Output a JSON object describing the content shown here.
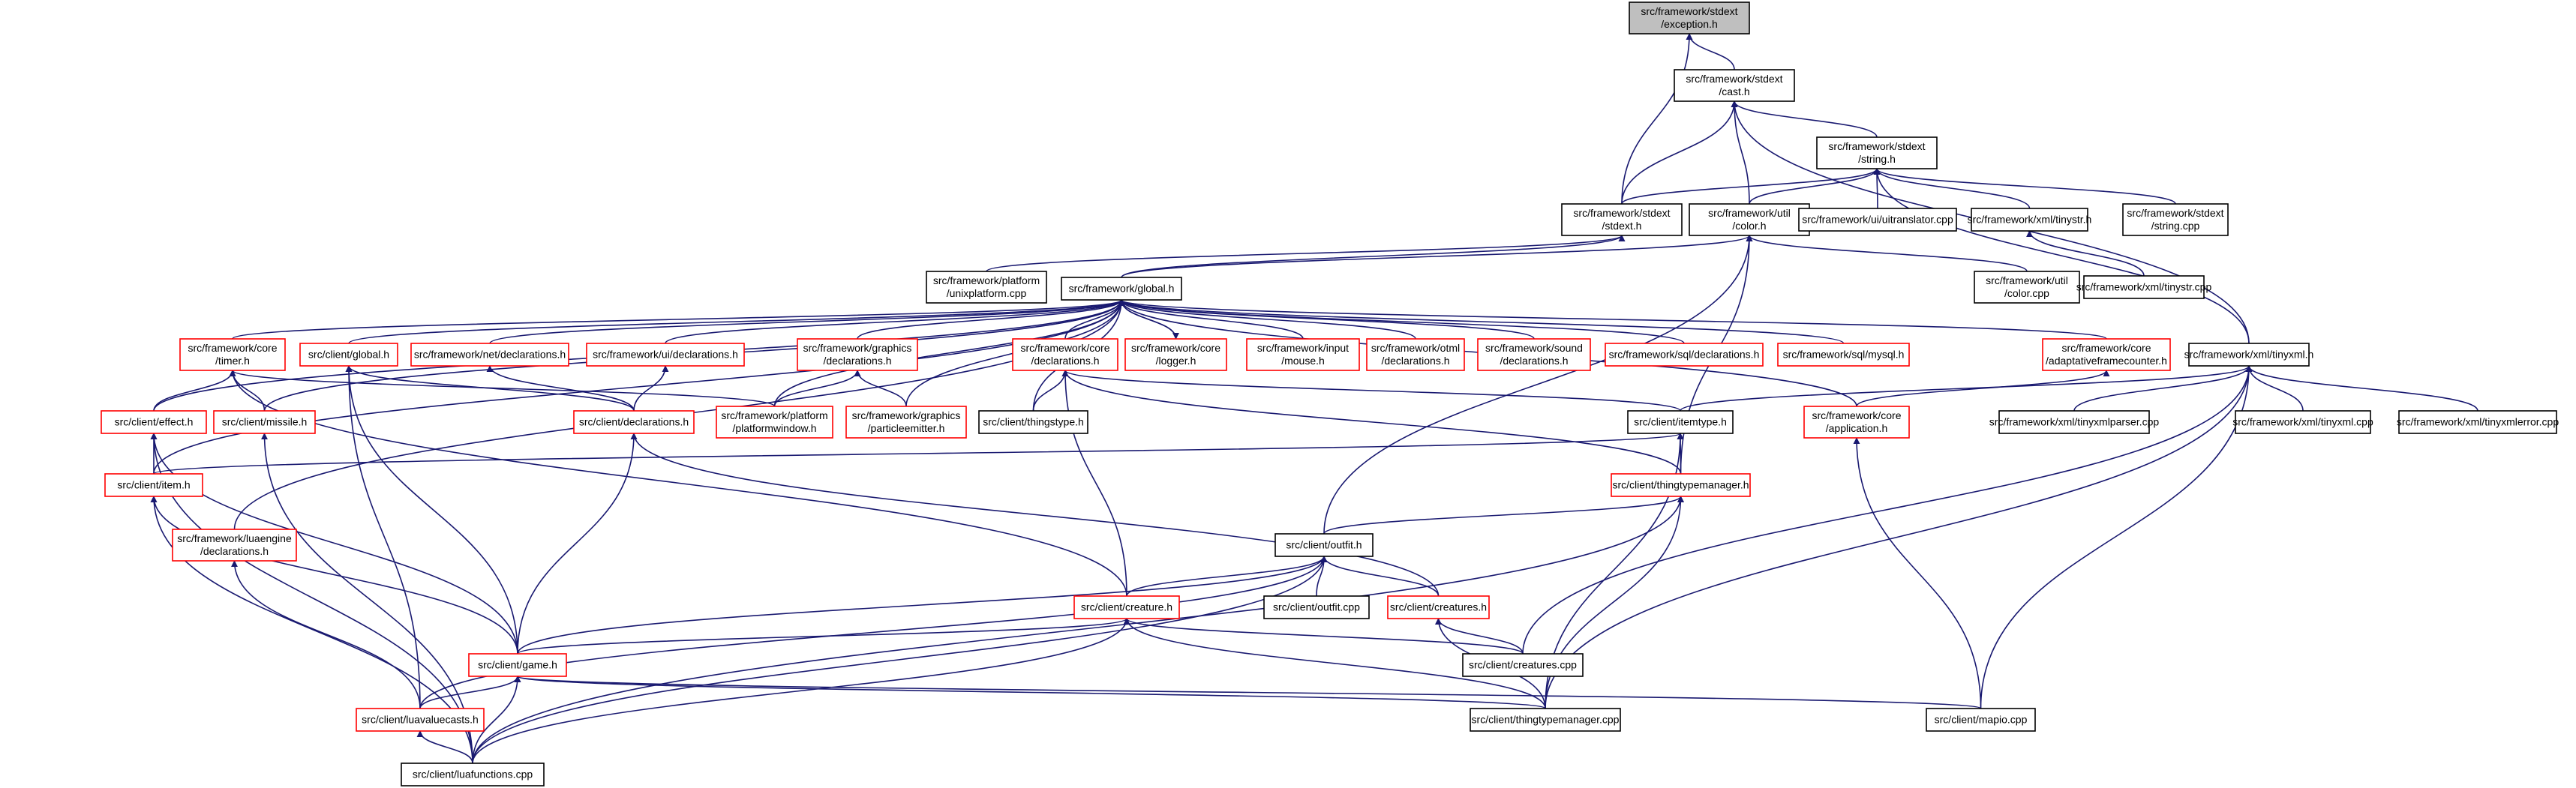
{
  "colors": {
    "edge": "#191970",
    "black_border": "#000000",
    "red_border": "#ff0000",
    "root_fill": "#bfbfbf"
  },
  "nodes": [
    {
      "id": "exception",
      "lines": [
        "src/framework/stdext",
        "/exception.h"
      ],
      "style": "root"
    },
    {
      "id": "cast",
      "lines": [
        "src/framework/stdext",
        "/cast.h"
      ],
      "style": "black"
    },
    {
      "id": "string",
      "lines": [
        "src/framework/stdext",
        "/string.h"
      ],
      "style": "black"
    },
    {
      "id": "stdext",
      "lines": [
        "src/framework/stdext",
        "/stdext.h"
      ],
      "style": "black"
    },
    {
      "id": "color",
      "lines": [
        "src/framework/util",
        "/color.h"
      ],
      "style": "black"
    },
    {
      "id": "uitranslator",
      "lines": [
        "src/framework/ui/uitranslator.cpp"
      ],
      "style": "black"
    },
    {
      "id": "tinystr_h",
      "lines": [
        "src/framework/xml/tinystr.h"
      ],
      "style": "black"
    },
    {
      "id": "string_cpp",
      "lines": [
        "src/framework/stdext",
        "/string.cpp"
      ],
      "style": "black"
    },
    {
      "id": "unixplatform",
      "lines": [
        "src/framework/platform",
        "/unixplatform.cpp"
      ],
      "style": "black"
    },
    {
      "id": "global_fw",
      "lines": [
        "src/framework/global.h"
      ],
      "style": "black"
    },
    {
      "id": "color_cpp",
      "lines": [
        "src/framework/util",
        "/color.cpp"
      ],
      "style": "black"
    },
    {
      "id": "tinystr_cpp",
      "lines": [
        "src/framework/xml/tinystr.cpp"
      ],
      "style": "black"
    },
    {
      "id": "timer",
      "lines": [
        "src/framework/core",
        "/timer.h"
      ],
      "style": "red"
    },
    {
      "id": "client_global",
      "lines": [
        "src/client/global.h"
      ],
      "style": "red"
    },
    {
      "id": "net_decl",
      "lines": [
        "src/framework/net/declarations.h"
      ],
      "style": "red"
    },
    {
      "id": "ui_decl",
      "lines": [
        "src/framework/ui/declarations.h"
      ],
      "style": "red"
    },
    {
      "id": "graphics_decl",
      "lines": [
        "src/framework/graphics",
        "/declarations.h"
      ],
      "style": "red"
    },
    {
      "id": "core_decl",
      "lines": [
        "src/framework/core",
        "/declarations.h"
      ],
      "style": "red"
    },
    {
      "id": "logger",
      "lines": [
        "src/framework/core",
        "/logger.h"
      ],
      "style": "red"
    },
    {
      "id": "mouse",
      "lines": [
        "src/framework/input",
        "/mouse.h"
      ],
      "style": "red"
    },
    {
      "id": "otml_decl",
      "lines": [
        "src/framework/otml",
        "/declarations.h"
      ],
      "style": "red"
    },
    {
      "id": "sound_decl",
      "lines": [
        "src/framework/sound",
        "/declarations.h"
      ],
      "style": "red"
    },
    {
      "id": "sql_decl",
      "lines": [
        "src/framework/sql/declarations.h"
      ],
      "style": "red"
    },
    {
      "id": "mysql",
      "lines": [
        "src/framework/sql/mysql.h"
      ],
      "style": "red"
    },
    {
      "id": "adaptive",
      "lines": [
        "src/framework/core",
        "/adaptativeframecounter.h"
      ],
      "style": "red"
    },
    {
      "id": "tinyxml_h",
      "lines": [
        "src/framework/xml/tinyxml.h"
      ],
      "style": "black"
    },
    {
      "id": "effect",
      "lines": [
        "src/client/effect.h"
      ],
      "style": "red"
    },
    {
      "id": "missile",
      "lines": [
        "src/client/missile.h"
      ],
      "style": "red"
    },
    {
      "id": "client_decl",
      "lines": [
        "src/client/declarations.h"
      ],
      "style": "red"
    },
    {
      "id": "platformwindow",
      "lines": [
        "src/framework/platform",
        "/platformwindow.h"
      ],
      "style": "red"
    },
    {
      "id": "particleemitter",
      "lines": [
        "src/framework/graphics",
        "/particleemitter.h"
      ],
      "style": "red"
    },
    {
      "id": "thingstype",
      "lines": [
        "src/client/thingstype.h"
      ],
      "style": "black"
    },
    {
      "id": "itemtype",
      "lines": [
        "src/client/itemtype.h"
      ],
      "style": "black"
    },
    {
      "id": "application",
      "lines": [
        "src/framework/core",
        "/application.h"
      ],
      "style": "red"
    },
    {
      "id": "tinyxmlparser",
      "lines": [
        "src/framework/xml/tinyxmlparser.cpp"
      ],
      "style": "black"
    },
    {
      "id": "tinyxml_cpp",
      "lines": [
        "src/framework/xml/tinyxml.cpp"
      ],
      "style": "black"
    },
    {
      "id": "tinyxmlerror",
      "lines": [
        "src/framework/xml/tinyxmlerror.cpp"
      ],
      "style": "black"
    },
    {
      "id": "item",
      "lines": [
        "src/client/item.h"
      ],
      "style": "red"
    },
    {
      "id": "thingtypemanager_h",
      "lines": [
        "src/client/thingtypemanager.h"
      ],
      "style": "red"
    },
    {
      "id": "luaengine_decl",
      "lines": [
        "src/framework/luaengine",
        "/declarations.h"
      ],
      "style": "red"
    },
    {
      "id": "outfit_h",
      "lines": [
        "src/client/outfit.h"
      ],
      "style": "black"
    },
    {
      "id": "creature",
      "lines": [
        "src/client/creature.h"
      ],
      "style": "red"
    },
    {
      "id": "outfit_cpp",
      "lines": [
        "src/client/outfit.cpp"
      ],
      "style": "black"
    },
    {
      "id": "creatures_h",
      "lines": [
        "src/client/creatures.h"
      ],
      "style": "red"
    },
    {
      "id": "game",
      "lines": [
        "src/client/game.h"
      ],
      "style": "red"
    },
    {
      "id": "creatures_cpp",
      "lines": [
        "src/client/creatures.cpp"
      ],
      "style": "black"
    },
    {
      "id": "luavaluecasts",
      "lines": [
        "src/client/luavaluecasts.h"
      ],
      "style": "red"
    },
    {
      "id": "thingtypemanager_cpp",
      "lines": [
        "src/client/thingtypemanager.cpp"
      ],
      "style": "black"
    },
    {
      "id": "mapio",
      "lines": [
        "src/client/mapio.cpp"
      ],
      "style": "black"
    },
    {
      "id": "luafunctions",
      "lines": [
        "src/client/luafunctions.cpp"
      ],
      "style": "black"
    }
  ],
  "edges": [
    [
      "cast",
      "exception"
    ],
    [
      "stdext",
      "exception"
    ],
    [
      "string",
      "cast"
    ],
    [
      "stdext",
      "cast"
    ],
    [
      "color",
      "cast"
    ],
    [
      "tinyxml_h",
      "cast"
    ],
    [
      "stdext",
      "string"
    ],
    [
      "color",
      "string"
    ],
    [
      "uitranslator",
      "string"
    ],
    [
      "tinystr_h",
      "string"
    ],
    [
      "string_cpp",
      "string"
    ],
    [
      "tinyxml_h",
      "string"
    ],
    [
      "global_fw",
      "stdext"
    ],
    [
      "unixplatform",
      "stdext"
    ],
    [
      "global_fw",
      "color"
    ],
    [
      "color_cpp",
      "color"
    ],
    [
      "thingtypemanager_h",
      "color"
    ],
    [
      "outfit_h",
      "color"
    ],
    [
      "tinystr_cpp",
      "tinystr_h"
    ],
    [
      "timer",
      "global_fw"
    ],
    [
      "client_global",
      "global_fw"
    ],
    [
      "net_decl",
      "global_fw"
    ],
    [
      "ui_decl",
      "global_fw"
    ],
    [
      "graphics_decl",
      "global_fw"
    ],
    [
      "core_decl",
      "global_fw"
    ],
    [
      "logger",
      "global_fw"
    ],
    [
      "mouse",
      "global_fw"
    ],
    [
      "otml_decl",
      "global_fw"
    ],
    [
      "sound_decl",
      "global_fw"
    ],
    [
      "sql_decl",
      "global_fw"
    ],
    [
      "mysql",
      "global_fw"
    ],
    [
      "adaptive",
      "global_fw"
    ],
    [
      "effect",
      "global_fw"
    ],
    [
      "missile",
      "global_fw"
    ],
    [
      "item",
      "global_fw"
    ],
    [
      "luaengine_decl",
      "global_fw"
    ],
    [
      "platformwindow",
      "global_fw"
    ],
    [
      "particleemitter",
      "global_fw"
    ],
    [
      "thingstype",
      "global_fw"
    ],
    [
      "application",
      "global_fw"
    ],
    [
      "global_fw",
      "logger"
    ],
    [
      "effect",
      "timer"
    ],
    [
      "missile",
      "timer"
    ],
    [
      "platformwindow",
      "timer"
    ],
    [
      "creature",
      "timer"
    ],
    [
      "client_decl",
      "client_global"
    ],
    [
      "game",
      "client_global"
    ],
    [
      "luavaluecasts",
      "client_global"
    ],
    [
      "client_decl",
      "net_decl"
    ],
    [
      "client_decl",
      "ui_decl"
    ],
    [
      "platformwindow",
      "graphics_decl"
    ],
    [
      "particleemitter",
      "graphics_decl"
    ],
    [
      "thingstype",
      "core_decl"
    ],
    [
      "itemtype",
      "core_decl"
    ],
    [
      "thingtypemanager_h",
      "core_decl"
    ],
    [
      "creature",
      "core_decl"
    ],
    [
      "application",
      "adaptive"
    ],
    [
      "itemtype",
      "tinyxml_h"
    ],
    [
      "tinyxmlparser",
      "tinyxml_h"
    ],
    [
      "tinyxml_cpp",
      "tinyxml_h"
    ],
    [
      "tinyxmlerror",
      "tinyxml_h"
    ],
    [
      "creatures_cpp",
      "tinyxml_h"
    ],
    [
      "thingtypemanager_cpp",
      "tinyxml_h"
    ],
    [
      "mapio",
      "tinyxml_h"
    ],
    [
      "item",
      "effect"
    ],
    [
      "game",
      "effect"
    ],
    [
      "luafunctions",
      "effect"
    ],
    [
      "luafunctions",
      "missile"
    ],
    [
      "creatures_h",
      "client_decl"
    ],
    [
      "game",
      "client_decl"
    ],
    [
      "thingtypemanager_h",
      "itemtype"
    ],
    [
      "item",
      "itemtype"
    ],
    [
      "thingtypemanager_cpp",
      "itemtype"
    ],
    [
      "mapio",
      "application"
    ],
    [
      "game",
      "item"
    ],
    [
      "luafunctions",
      "item"
    ],
    [
      "outfit_h",
      "thingtypemanager_h"
    ],
    [
      "thingtypemanager_cpp",
      "thingtypemanager_h"
    ],
    [
      "luafunctions",
      "thingtypemanager_h"
    ],
    [
      "luavaluecasts",
      "luaengine_decl"
    ],
    [
      "creature",
      "outfit_h"
    ],
    [
      "outfit_cpp",
      "outfit_h"
    ],
    [
      "creatures_h",
      "outfit_h"
    ],
    [
      "game",
      "outfit_h"
    ],
    [
      "luavaluecasts",
      "outfit_h"
    ],
    [
      "luafunctions",
      "outfit_h"
    ],
    [
      "game",
      "creature"
    ],
    [
      "creatures_cpp",
      "creature"
    ],
    [
      "thingtypemanager_cpp",
      "creature"
    ],
    [
      "luafunctions",
      "creature"
    ],
    [
      "creatures_cpp",
      "creatures_h"
    ],
    [
      "thingtypemanager_cpp",
      "creatures_h"
    ],
    [
      "luavaluecasts",
      "game"
    ],
    [
      "luafunctions",
      "game"
    ],
    [
      "thingtypemanager_cpp",
      "game"
    ],
    [
      "mapio",
      "game"
    ],
    [
      "luafunctions",
      "luavaluecasts"
    ]
  ]
}
